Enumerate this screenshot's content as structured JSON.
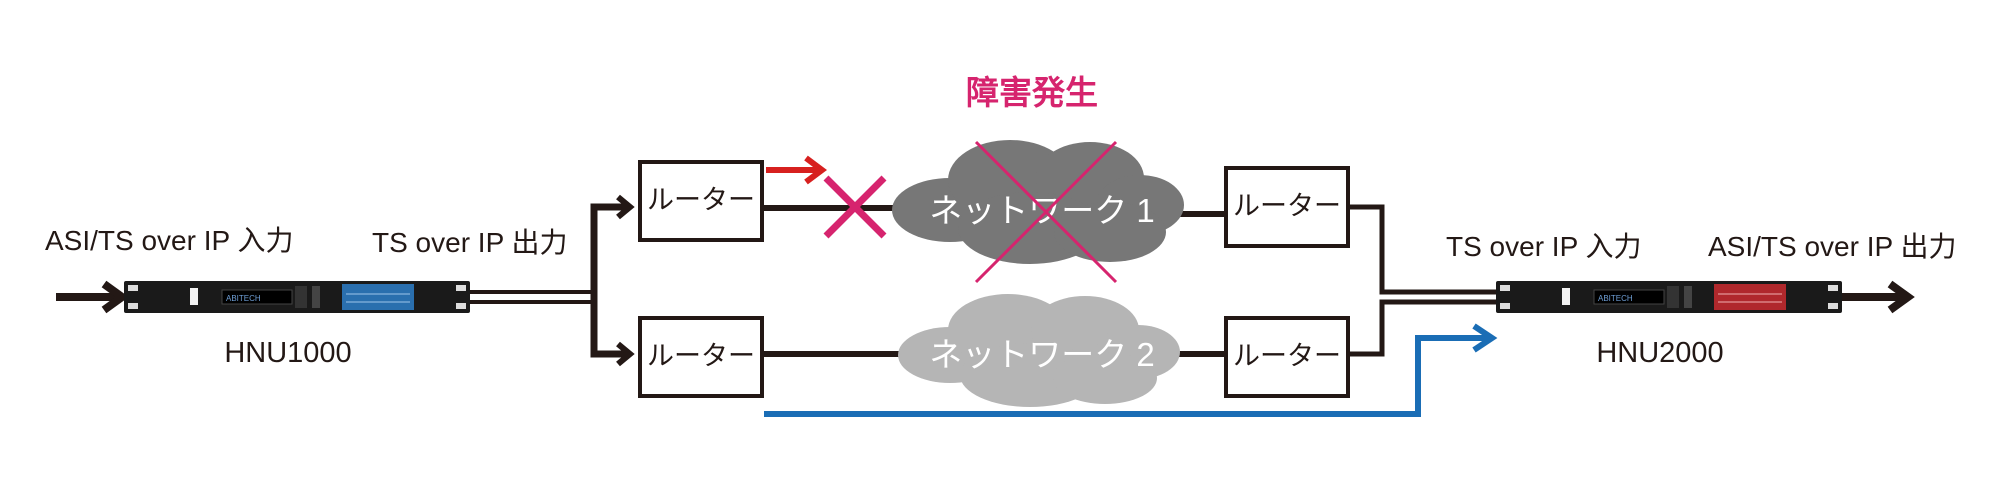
{
  "labels": {
    "input_left": "ASI/TS over IP 入力",
    "output_left": "TS over IP 出力",
    "input_right": "TS over IP 入力",
    "output_right": "ASI/TS over IP 出力",
    "fault": "障害発生"
  },
  "devices": {
    "encoder": {
      "model": "HNU1000",
      "logo": "ABITECH",
      "panel_color": "#2a6fae"
    },
    "decoder": {
      "model": "HNU2000",
      "logo": "ABITECH",
      "panel_color": "#b0282c"
    }
  },
  "routers": {
    "label": "ルーター",
    "items": [
      {
        "id": "router-1",
        "path": "upper",
        "side": "sender"
      },
      {
        "id": "router-2",
        "path": "lower",
        "side": "sender"
      },
      {
        "id": "router-3",
        "path": "upper",
        "side": "receiver"
      },
      {
        "id": "router-4",
        "path": "lower",
        "side": "receiver"
      }
    ]
  },
  "networks": [
    {
      "id": "network-1",
      "label": "ネットワーク 1",
      "color": "#777777",
      "status": "fault"
    },
    {
      "id": "network-2",
      "label": "ネットワーク 2",
      "color": "#b5b5b5",
      "status": "active"
    }
  ],
  "colors": {
    "line": "#231815",
    "fault_mark": "#d6246e",
    "failed_flow_arrow": "#d7201f",
    "active_flow_line": "#1a6db5"
  },
  "icons": {
    "fault_mark": "x-mark-icon",
    "failed_flow": "arrow-right-icon",
    "active_flow": "arrow-right-icon"
  }
}
